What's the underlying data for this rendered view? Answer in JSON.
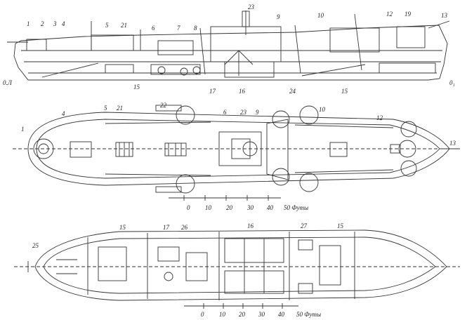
{
  "side_view": {
    "numbers": [
      "1",
      "2",
      "3",
      "4",
      "5",
      "21",
      "6",
      "7",
      "8",
      "23",
      "9",
      "10",
      "12",
      "19",
      "13",
      "15",
      "17",
      "16",
      "24",
      "15"
    ],
    "frame_left": "0.Л",
    "frame_right": "0₁"
  },
  "deck_plan": {
    "numbers": [
      "1",
      "4",
      "5",
      "21",
      "22",
      "6",
      "23",
      "9",
      "10",
      "12",
      "13"
    ],
    "scale_ticks": [
      "0",
      "10",
      "20",
      "30",
      "40"
    ],
    "scale_unit": "50 Футы"
  },
  "hold_plan": {
    "numbers": [
      "15",
      "17",
      "26",
      "16",
      "27",
      "15",
      "25"
    ],
    "scale_ticks": [
      "0",
      "10",
      "20",
      "30",
      "40"
    ],
    "scale_unit": "50 Футы"
  }
}
